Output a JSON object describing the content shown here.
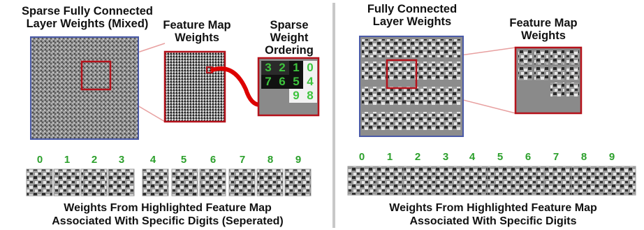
{
  "left": {
    "title_main": "Sparse Fully Connected\nLayer Weights (Mixed)",
    "title_feature": "Feature Map\nWeights",
    "title_sparse": "Sparse\nWeight\nOrdering",
    "ordering_digits": [
      "3",
      "2",
      "1",
      "0",
      "7",
      "6",
      "5",
      "4",
      "",
      "",
      "9",
      "8"
    ],
    "digit_labels": [
      "0",
      "1",
      "2",
      "3",
      "4",
      "5",
      "6",
      "7",
      "8",
      "9"
    ],
    "caption": "Weights From Highlighted Feature Map\nAssociated With Specific Digits (Seperated)"
  },
  "right": {
    "title_main": "Fully Connected\nLayer Weights",
    "title_feature": "Feature Map\nWeights",
    "digit_labels": [
      "0",
      "1",
      "2",
      "3",
      "4",
      "5",
      "6",
      "7",
      "8",
      "9"
    ],
    "caption": "Weights From Highlighted Feature Map\nAssociated With Specific Digits"
  },
  "colors": {
    "panel_border": "#4a5aa8",
    "highlight": "#b5121b",
    "digit_green": "#2ca02c",
    "connector": "#e8a0a0"
  }
}
